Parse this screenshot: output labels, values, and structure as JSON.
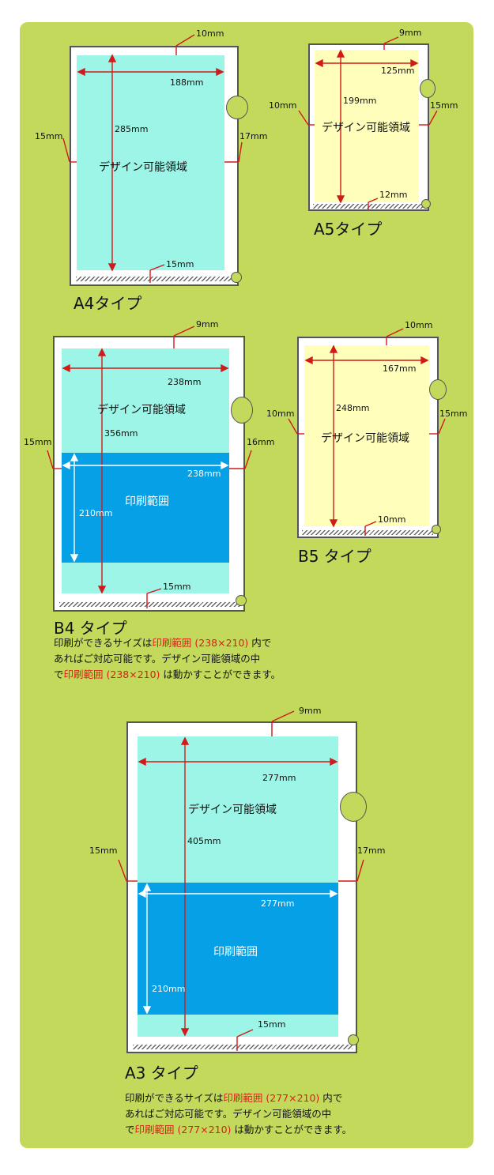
{
  "a4": {
    "title": "A4タイプ",
    "design_area": "デザイン可能領域",
    "dim_top": "10mm",
    "dim_width": "188mm",
    "dim_height": "285mm",
    "dim_left": "15mm",
    "dim_right": "17mm",
    "dim_bottom": "15mm"
  },
  "a5": {
    "title": "A5タイプ",
    "design_area": "デザイン可能領域",
    "dim_top": "9mm",
    "dim_width": "125mm",
    "dim_height": "199mm",
    "dim_left": "10mm",
    "dim_right": "15mm",
    "dim_bottom": "12mm"
  },
  "b4": {
    "title": "B4 タイプ",
    "design_area": "デザイン可能領域",
    "print_area": "印刷範囲",
    "dim_top": "9mm",
    "dim_width": "238mm",
    "dim_height": "356mm",
    "dim_left": "15mm",
    "dim_right": "16mm",
    "dim_print_width": "238mm",
    "dim_print_height": "210mm",
    "dim_bottom": "15mm",
    "note": {
      "l1a": "印刷ができるサイズは",
      "l1b": "印刷範囲 (238×210)",
      "l1c": " 内で",
      "l2": "あればご対応可能です。デザイン可能領域の中",
      "l3a": "で",
      "l3b": "印刷範囲 (238×210)",
      "l3c": " は動かすことができます。"
    }
  },
  "b5": {
    "title": "B5 タイプ",
    "design_area": "デザイン可能領域",
    "dim_top": "10mm",
    "dim_width": "167mm",
    "dim_height": "248mm",
    "dim_left": "10mm",
    "dim_right": "15mm",
    "dim_bottom": "10mm"
  },
  "a3": {
    "title": "A3 タイプ",
    "design_area": "デザイン可能領域",
    "print_area": "印刷範囲",
    "dim_top": "9mm",
    "dim_width": "277mm",
    "dim_height": "405mm",
    "dim_left": "15mm",
    "dim_right": "17mm",
    "dim_print_width": "277mm",
    "dim_print_height": "210mm",
    "dim_bottom": "15mm",
    "note": {
      "l1a": "印刷ができるサイズは",
      "l1b": "印刷範囲 (277×210)",
      "l1c": " 内で",
      "l2": "あればご対応可能です。デザイン可能領域の中",
      "l3a": "で",
      "l3b": "印刷範囲 (277×210)",
      "l3c": " は動かすことができます。"
    }
  },
  "colors": {
    "background": "#c3d95c",
    "design_area_teal": "#9cf5e6",
    "design_area_yellow": "#ffffbb",
    "print_area_blue": "#05a0e6",
    "dimension_red": "#d11a1a",
    "highlight_red": "#e21a1a"
  }
}
